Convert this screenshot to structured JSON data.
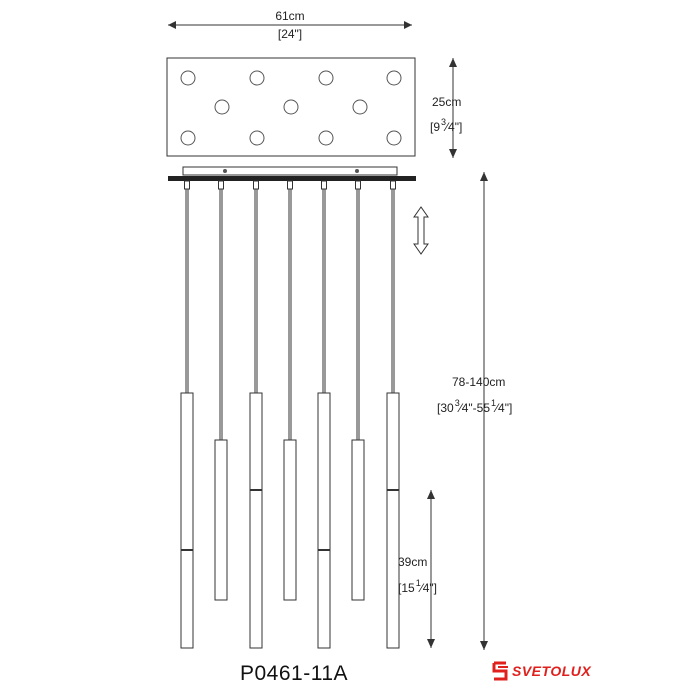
{
  "dimensions": {
    "width": {
      "cm": "61cm",
      "inch": "[24\"]"
    },
    "canopy_depth": {
      "cm": "25cm",
      "inch_whole": "[9",
      "inch_num": "3",
      "inch_den": "4",
      "inch_end": "\"]"
    },
    "drop": {
      "cm": "78-140cm",
      "p1_whole": "[30",
      "p1_num": "3",
      "p1_den": "4",
      "p2_whole": "\"-55",
      "p2_num": "1",
      "p2_den": "4",
      "p2_end": "\"]"
    },
    "shade": {
      "cm": "39cm",
      "inch_whole": "[15",
      "inch_num": "1",
      "inch_den": "4",
      "inch_end": "\"]"
    }
  },
  "model_number": "P0461-11A",
  "brand": {
    "name": "SVETOLUX",
    "color": "#e0201c"
  },
  "icons": [
    "adjustable-height-arrow-icon",
    "svetolux-logo-icon"
  ]
}
